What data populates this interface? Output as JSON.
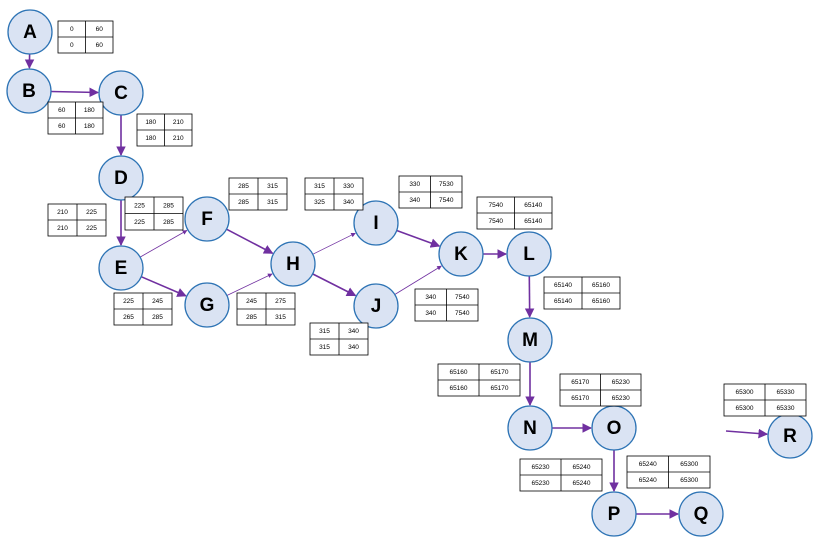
{
  "colors": {
    "node_fill": "#dae3f3",
    "node_stroke": "#2e74b5",
    "arrow": "#7030a0"
  },
  "nodes": [
    {
      "id": "A",
      "label": "A"
    },
    {
      "id": "B",
      "label": "B"
    },
    {
      "id": "C",
      "label": "C"
    },
    {
      "id": "D",
      "label": "D"
    },
    {
      "id": "E",
      "label": "E"
    },
    {
      "id": "F",
      "label": "F"
    },
    {
      "id": "G",
      "label": "G"
    },
    {
      "id": "H",
      "label": "H"
    },
    {
      "id": "I",
      "label": "I"
    },
    {
      "id": "J",
      "label": "J"
    },
    {
      "id": "K",
      "label": "K"
    },
    {
      "id": "L",
      "label": "L"
    },
    {
      "id": "M",
      "label": "M"
    },
    {
      "id": "N",
      "label": "N"
    },
    {
      "id": "O",
      "label": "O"
    },
    {
      "id": "P",
      "label": "P"
    },
    {
      "id": "Q",
      "label": "Q"
    },
    {
      "id": "R",
      "label": "R"
    }
  ],
  "edges": [
    {
      "from": "A",
      "to": "B"
    },
    {
      "from": "B",
      "to": "C"
    },
    {
      "from": "C",
      "to": "D"
    },
    {
      "from": "D",
      "to": "E"
    },
    {
      "from": "E",
      "to": "F"
    },
    {
      "from": "E",
      "to": "G"
    },
    {
      "from": "F",
      "to": "H"
    },
    {
      "from": "G",
      "to": "H"
    },
    {
      "from": "H",
      "to": "I"
    },
    {
      "from": "H",
      "to": "J"
    },
    {
      "from": "I",
      "to": "K"
    },
    {
      "from": "J",
      "to": "K"
    },
    {
      "from": "K",
      "to": "L"
    },
    {
      "from": "L",
      "to": "M"
    },
    {
      "from": "M",
      "to": "N"
    },
    {
      "from": "N",
      "to": "O"
    },
    {
      "from": "O",
      "to": "P"
    },
    {
      "from": "P",
      "to": "Q"
    },
    {
      "to": "R"
    }
  ],
  "tables": [
    {
      "node": "A",
      "cells": [
        [
          "0",
          "60"
        ],
        [
          "0",
          "60"
        ]
      ]
    },
    {
      "node": "B",
      "cells": [
        [
          "60",
          "180"
        ],
        [
          "60",
          "180"
        ]
      ]
    },
    {
      "node": "C",
      "cells": [
        [
          "180",
          "210"
        ],
        [
          "180",
          "210"
        ]
      ]
    },
    {
      "node": "D",
      "cells": [
        [
          "210",
          "225"
        ],
        [
          "210",
          "225"
        ]
      ]
    },
    {
      "node": "E",
      "cells": [
        [
          "225",
          "245"
        ],
        [
          "265",
          "285"
        ]
      ]
    },
    {
      "node": "F",
      "cells": [
        [
          "225",
          "285"
        ],
        [
          "225",
          "285"
        ]
      ]
    },
    {
      "node": "G",
      "cells": [
        [
          "245",
          "275"
        ],
        [
          "285",
          "315"
        ]
      ]
    },
    {
      "node": "H",
      "cells": [
        [
          "285",
          "315"
        ],
        [
          "285",
          "315"
        ]
      ]
    },
    {
      "node": "I",
      "cells": [
        [
          "315",
          "330"
        ],
        [
          "325",
          "340"
        ]
      ]
    },
    {
      "node": "J",
      "cells": [
        [
          "315",
          "340"
        ],
        [
          "315",
          "340"
        ]
      ]
    },
    {
      "node": "K",
      "cells": [
        [
          "330",
          "7530"
        ],
        [
          "340",
          "7540"
        ]
      ]
    },
    {
      "node": "K2",
      "cells": [
        [
          "340",
          "7540"
        ],
        [
          "340",
          "7540"
        ]
      ]
    },
    {
      "node": "L",
      "cells": [
        [
          "7540",
          "65140"
        ],
        [
          "7540",
          "65140"
        ]
      ]
    },
    {
      "node": "M",
      "cells": [
        [
          "65140",
          "65160"
        ],
        [
          "65140",
          "65160"
        ]
      ]
    },
    {
      "node": "N",
      "cells": [
        [
          "65160",
          "65170"
        ],
        [
          "65160",
          "65170"
        ]
      ]
    },
    {
      "node": "O",
      "cells": [
        [
          "65170",
          "65230"
        ],
        [
          "65170",
          "65230"
        ]
      ]
    },
    {
      "node": "P",
      "cells": [
        [
          "65230",
          "65240"
        ],
        [
          "65230",
          "65240"
        ]
      ]
    },
    {
      "node": "Q",
      "cells": [
        [
          "65240",
          "65300"
        ],
        [
          "65240",
          "65300"
        ]
      ]
    },
    {
      "node": "R",
      "cells": [
        [
          "65300",
          "65330"
        ],
        [
          "65300",
          "65330"
        ]
      ]
    }
  ]
}
